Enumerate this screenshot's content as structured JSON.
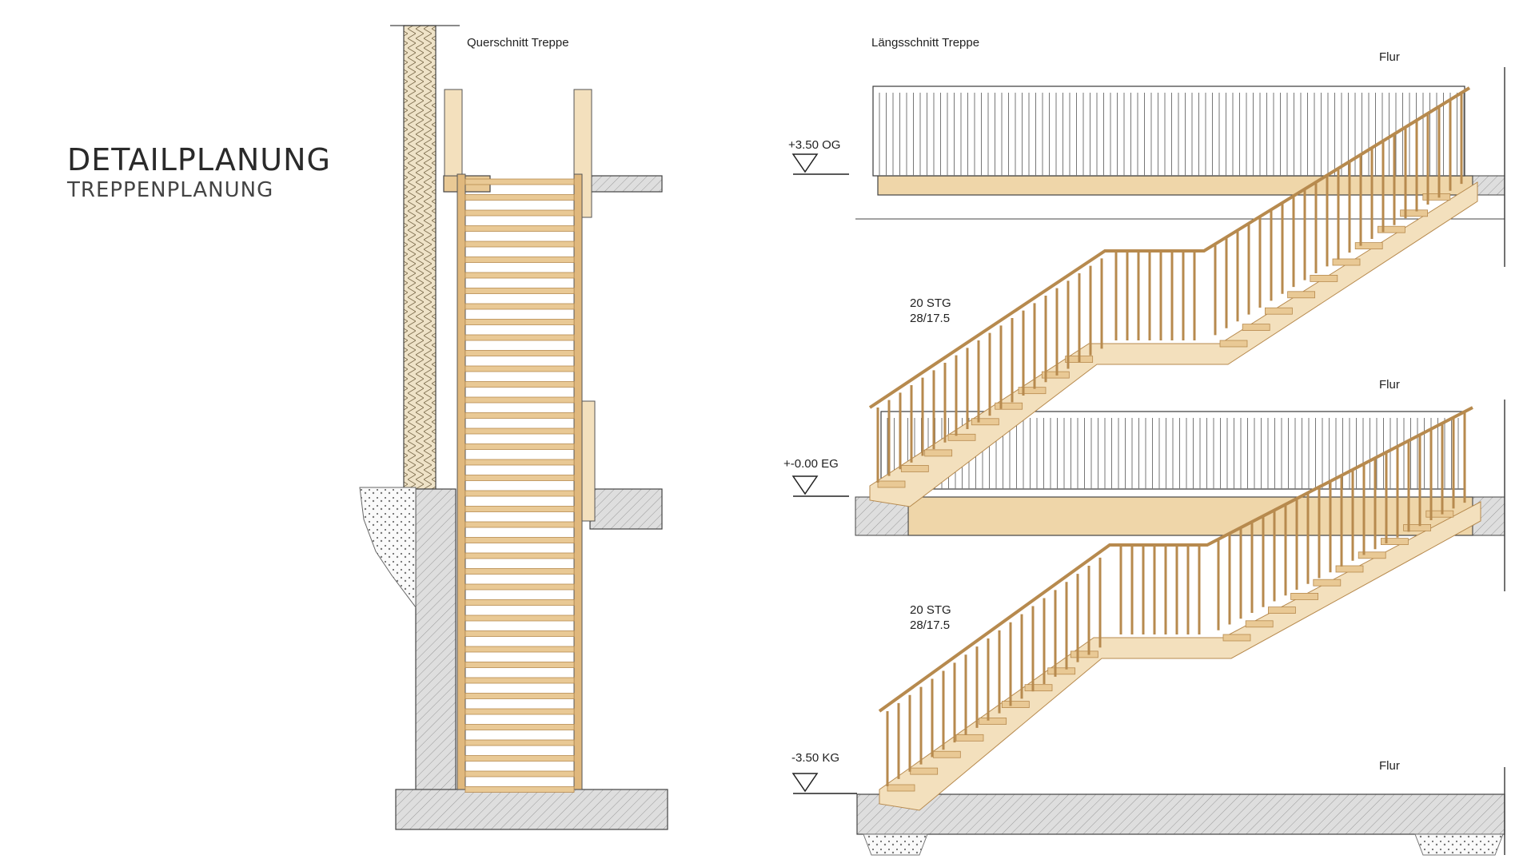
{
  "heading": {
    "title": "DETAILPLANUNG",
    "subtitle": "TREPPENPLANUNG"
  },
  "cross_section": {
    "title": "Querschnitt Treppe"
  },
  "long_section": {
    "title": "Längsschnitt Treppe",
    "levels": [
      {
        "label": "+3.50 OG",
        "corridor": "Flur"
      },
      {
        "label": "+-0.00 EG",
        "corridor": "Flur"
      },
      {
        "label": "-3.50 KG",
        "corridor": "Flur"
      }
    ],
    "flights": [
      {
        "steps_label": "20 STG",
        "ratio_label": "28/17.5"
      },
      {
        "steps_label": "20 STG",
        "ratio_label": "28/17.5"
      }
    ]
  },
  "colors": {
    "wood": "#e9c995",
    "wood_dark": "#b78a4e",
    "wood_light": "#f3e0bd",
    "concrete": "#d9d9d9",
    "line": "#3a3a3a"
  }
}
